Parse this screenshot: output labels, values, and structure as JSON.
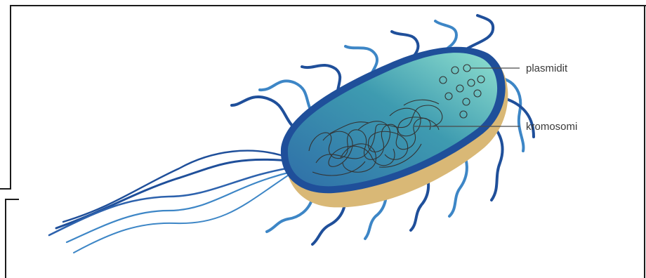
{
  "diagram": {
    "subject": "bacterium",
    "labels": {
      "plasmids": "plasmidit",
      "chromosome": "kromosomi"
    },
    "colors": {
      "membrane": "#1f4f9a",
      "cytoplasm_dark": "#2f6fa8",
      "cytoplasm_light": "#7fd6c8",
      "cell_wall": "#d9b876",
      "flagella": "#1f4f9a",
      "flagella_light": "#3d86c6",
      "dna": "#333333",
      "frame": "#1b1b1b"
    }
  }
}
